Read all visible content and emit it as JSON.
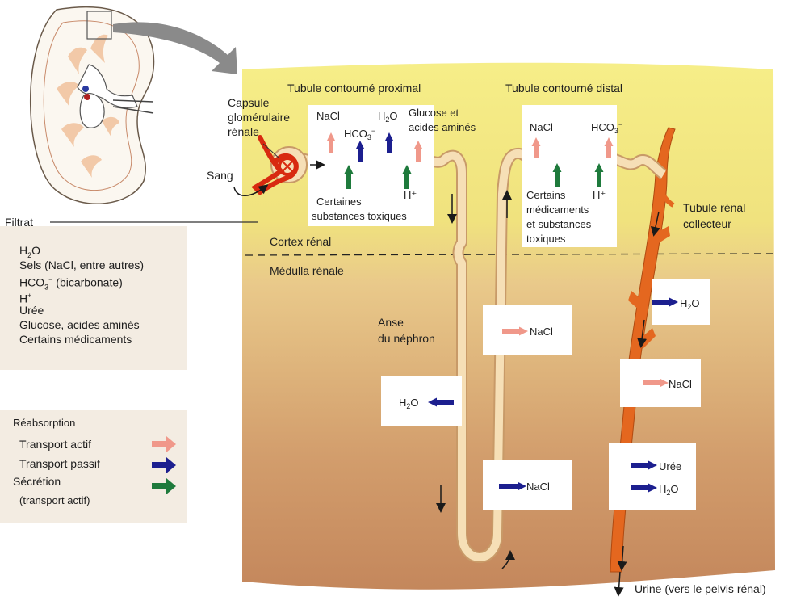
{
  "diagram": {
    "labels": {
      "tubule_proximal": "Tubule contourné proximal",
      "tubule_distal": "Tubule contourné distal",
      "capsule": [
        "Capsule",
        "glomérulaire",
        "rénale"
      ],
      "sang": "Sang",
      "filtrat": "Filtrat",
      "cortex": "Cortex rénal",
      "medulla": "Médulla rénale",
      "anse": [
        "Anse",
        "du néphron"
      ],
      "collecteur": [
        "Tubule rénal",
        "collecteur"
      ],
      "urine": "Urine (vers le pelvis rénal)"
    },
    "proximal_box": {
      "nacl": "NaCl",
      "hco3": "HCO",
      "h2o": "H",
      "glucose": [
        "Glucose et",
        "acides aminés"
      ],
      "toxic": [
        "Certaines",
        "substances toxiques"
      ],
      "hplus": "H⁺"
    },
    "distal_box": {
      "nacl": "NaCl",
      "hco3": "HCO",
      "drugs": [
        "Certains",
        "médicaments",
        "et substances",
        "toxiques"
      ],
      "hplus": "H⁺"
    },
    "medulla_boxes": {
      "loop_nacl_upper": "NaCl",
      "loop_h2o": "H",
      "loop_nacl_lower": "NaCl",
      "duct_h2o_upper": "H",
      "duct_nacl": "NaCl",
      "duct_uree": "Urée",
      "duct_h2o_lower": "H"
    }
  },
  "filtrat_list": {
    "h2o": "H",
    "sels": "Sels (NaCl, entre autres)",
    "hco3": "HCO",
    "hco3_suffix": " (bicarbonate)",
    "h": "H",
    "uree": "Urée",
    "glucose": "Glucose, acides aminés",
    "medicaments": "Certains médicaments"
  },
  "legend": {
    "title": "Réabsorption",
    "actif": "Transport actif",
    "passif": "Transport passif",
    "secretion": "Sécrétion",
    "secretion_note": "(transport actif)"
  },
  "colors": {
    "active": "#f0988a",
    "passive": "#1c1f8f",
    "secretion": "#1e7a3c",
    "tubule": "#f6dfb6",
    "collecting_duct": "#e4671f"
  }
}
